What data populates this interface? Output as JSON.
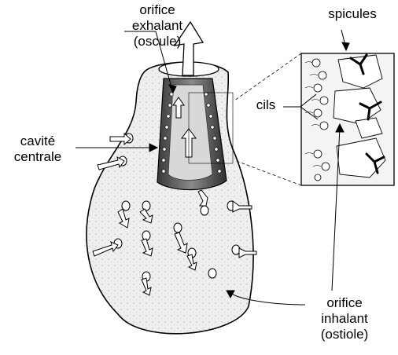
{
  "labels": {
    "orifice_exhalant": [
      "orifice",
      "exhalant",
      "(oscule)"
    ],
    "spicules": "spicules",
    "cils": "cils",
    "cavite_centrale": [
      "cavité",
      "centrale"
    ],
    "orifice_inhalant": [
      "orifice",
      "inhalant",
      "(ostiole)"
    ]
  },
  "colors": {
    "ink": "#000000",
    "sponge_body": "#ececec",
    "cavity_shade": "#5a5a5a",
    "inset_fill": "#f0f0f0"
  }
}
